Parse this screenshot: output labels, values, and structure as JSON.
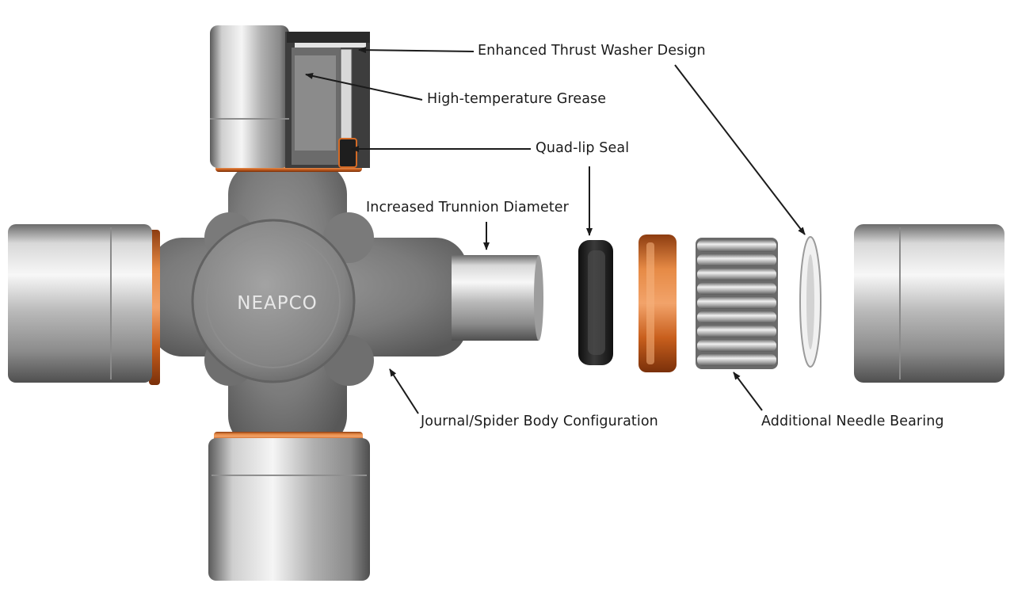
{
  "brand": {
    "logo_text": "NEAPCO"
  },
  "callouts": {
    "thrust_washer": "Enhanced Thrust Washer Design",
    "grease": "High-temperature Grease",
    "quad_lip_seal": "Quad-lip Seal",
    "trunnion": "Increased Trunnion Diameter",
    "journal_body": "Journal/Spider Body Configuration",
    "needle_bearing": "Additional Needle Bearing"
  },
  "colors": {
    "steel_light": "#f2f2f2",
    "steel_mid": "#b5b5b5",
    "steel_dark": "#5c5c5c",
    "forging": "#7d7d7d",
    "copper": "#d46a25",
    "seal_black": "#1e1e1e",
    "washer": "#e9e9e9",
    "leader": "#1b1b1b"
  }
}
